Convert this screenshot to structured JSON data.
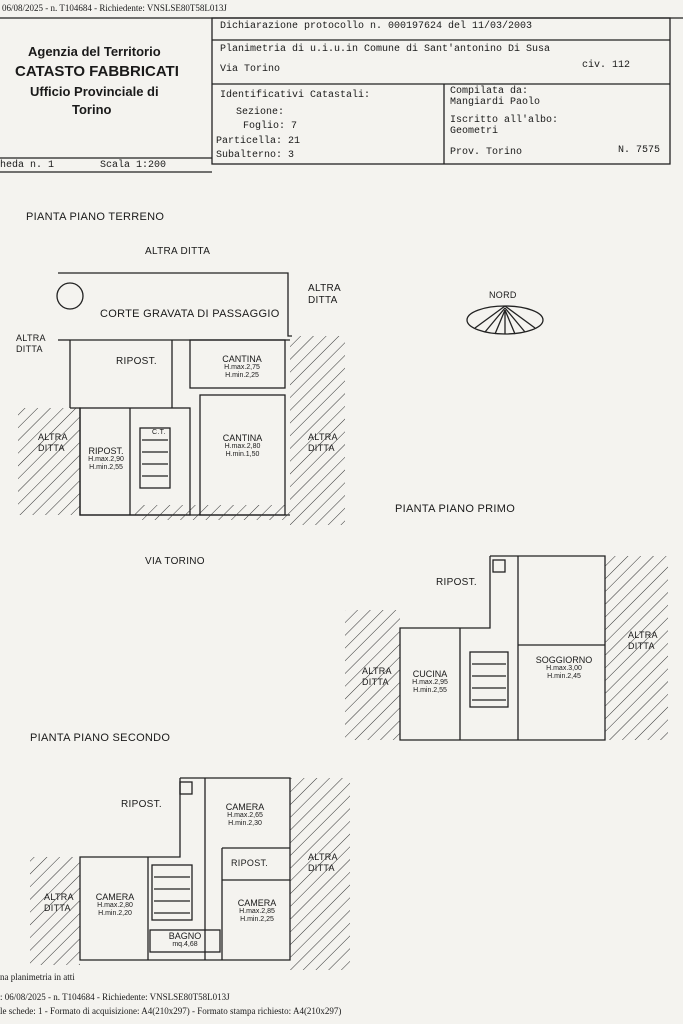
{
  "topbar": "06/08/2025 - n. T104684 - Richiedente: VNSLSE80T58L013J",
  "agency": {
    "line1": "Agenzia del Territorio",
    "line2": "CATASTO FABBRICATI",
    "line3": "Ufficio Provinciale di",
    "line4": "Torino"
  },
  "header": {
    "dichiarazione": "Dichiarazione protocollo n. 000197624 del 11/03/2003",
    "planimetria": "Planimetria di u.i.u.in Comune di Sant'antonino Di Susa",
    "via": "Via Torino",
    "civ": "civ. 112",
    "identificativi": "Identificativi Catastali:",
    "sezione": "Sezione:",
    "foglio": "Foglio: 7",
    "particella": "Particella: 21",
    "subalterno": "Subalterno: 3",
    "compilata": "Compilata da:",
    "compilatore": "Mangiardi Paolo",
    "iscritto": "Iscritto all'albo:",
    "albo": "Geometri",
    "prov": "Prov. Torino",
    "numero": "N.  7575",
    "scheda": "heda n. 1",
    "scala": "Scala 1:200"
  },
  "plans": {
    "terreno": {
      "title": "PIANTA PIANO TERRENO",
      "altra_top": "ALTRA DITTA",
      "altra_right_top": "ALTRA\nDITTA",
      "altra_left": "ALTRA\nDITTA",
      "corte": "CORTE GRAVATA DI PASSAGGIO",
      "ripost1": "RIPOST.",
      "cantina1": "CANTINA",
      "cantina1_hmax": "H.max.2,75",
      "cantina1_hmin": "H.min.2,25",
      "ct": "C.T.",
      "ripost2": "RIPOST.",
      "ripost2_hmax": "H.max.2,90",
      "ripost2_hmin": "H.min.2,55",
      "cantina2": "CANTINA",
      "cantina2_hmax": "H.max.2,80",
      "cantina2_hmin": "H.min.1,50",
      "altra_inner_left": "ALTRA\nDITTA",
      "altra_inner_right": "ALTRA\nDITTA",
      "via": "VIA TORINO",
      "nord": "NORD"
    },
    "primo": {
      "title": "PIANTA PIANO PRIMO",
      "ripost": "RIPOST.",
      "cucina": "CUCINA",
      "cucina_hmax": "H.max.2,95",
      "cucina_hmin": "H.min.2,55",
      "soggiorno": "SOGGIORNO",
      "soggiorno_hmax": "H.max.3,00",
      "soggiorno_hmin": "H.min.2,45",
      "altra_left": "ALTRA\nDITTA",
      "altra_right": "ALTRA\nDITTA"
    },
    "secondo": {
      "title": "PIANTA PIANO SECONDO",
      "ripost1": "RIPOST.",
      "camera1": "CAMERA",
      "camera1_hmax": "H.max.2,65",
      "camera1_hmin": "H.min.2,30",
      "ripost2": "RIPOST.",
      "camera2": "CAMERA",
      "camera2_hmax": "H.max.2,80",
      "camera2_hmin": "H.min.2,20",
      "camera3": "CAMERA",
      "camera3_hmax": "H.max.2,85",
      "camera3_hmin": "H.min.2,25",
      "bagno": "BAGNO",
      "bagno_mq": "mq.4,68",
      "altra_left": "ALTRA\nDITTA",
      "altra_right": "ALTRA\nDITTA"
    }
  },
  "footer": {
    "line1": "na planimetria in atti",
    "line2": ": 06/08/2025 - n. T104684 - Richiedente: VNSLSE80T58L013J",
    "line3": "le schede: 1 - Formato di acquisizione: A4(210x297) - Formato stampa richiesto: A4(210x297)"
  }
}
